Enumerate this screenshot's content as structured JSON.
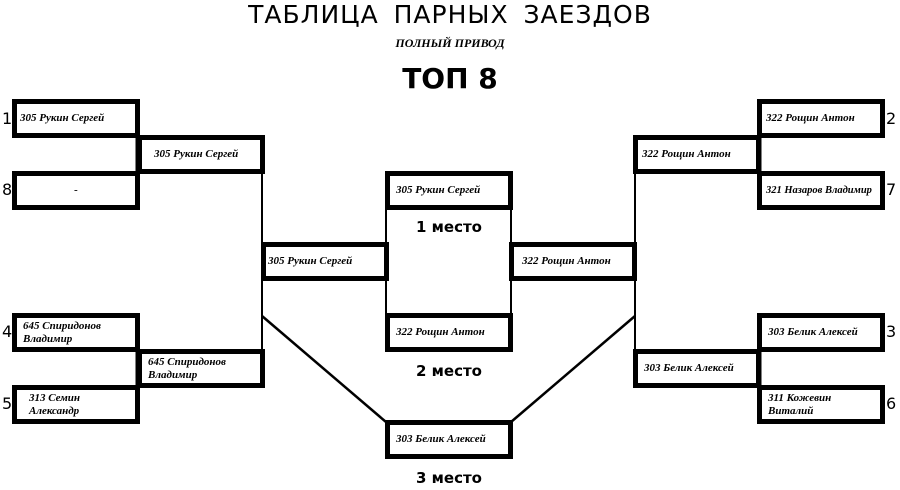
{
  "header": {
    "title": "ТАБЛИЦА ПАРНЫХ ЗАЕЗДОВ",
    "subtitle": "ПОЛНЫЙ ПРИВОД",
    "stage": "ТОП 8"
  },
  "left": {
    "round1": [
      {
        "seed": "1",
        "name": "305 Рукин Сергей"
      },
      {
        "seed": "8",
        "name": "-"
      },
      {
        "seed": "4",
        "name": "645 Спиридонов Владимир"
      },
      {
        "seed": "5",
        "name": "313 Семин Александр"
      }
    ],
    "quarterfinals": [
      {
        "name": "305 Рукин Сергей"
      },
      {
        "name": "645 Спиридонов Владимир"
      }
    ],
    "semifinal": {
      "name": "305 Рукин Сергей"
    }
  },
  "right": {
    "round1": [
      {
        "seed": "2",
        "name": "322 Рощин Антон"
      },
      {
        "seed": "7",
        "name": "321 Назаров Владимир"
      },
      {
        "seed": "3",
        "name": "303 Белик Алексей"
      },
      {
        "seed": "6",
        "name": "311 Кожевин Виталий"
      }
    ],
    "quarterfinals": [
      {
        "name": "322 Рощин Антон"
      },
      {
        "name": "303 Белик Алексей"
      }
    ],
    "semifinal": {
      "name": "322 Рощин Антон"
    }
  },
  "final": {
    "first": {
      "name": "305 Рукин Сергей",
      "label": "1 место"
    },
    "second": {
      "name": "322 Рощин Антон",
      "label": "2 место"
    },
    "third": {
      "name": "303 Белик Алексей",
      "label": "3 место"
    }
  }
}
